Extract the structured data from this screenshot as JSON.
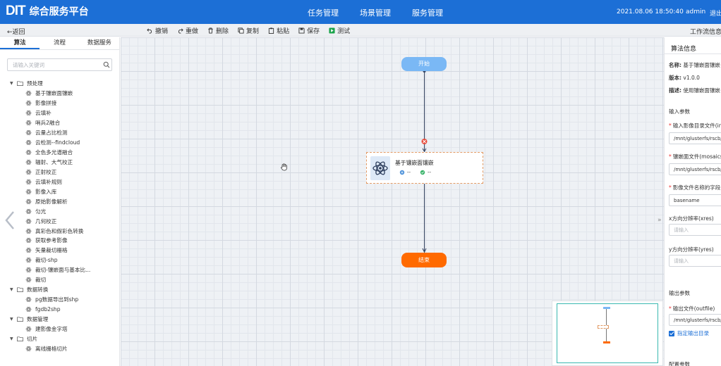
{
  "app": {
    "logo_text": "DIT",
    "title": "综合服务平台",
    "nav": [
      "任务管理",
      "场景管理",
      "服务管理"
    ],
    "datetime": "2021.08.06 18:50:40",
    "user": "admin",
    "logout": "退出"
  },
  "toolbar": {
    "back": "返回",
    "tools": [
      {
        "label": "撤销",
        "icon": "undo-icon"
      },
      {
        "label": "重做",
        "icon": "redo-icon"
      },
      {
        "label": "删除",
        "icon": "trash-icon"
      },
      {
        "label": "复制",
        "icon": "copy-icon"
      },
      {
        "label": "粘贴",
        "icon": "paste-icon"
      },
      {
        "label": "保存",
        "icon": "save-icon"
      },
      {
        "label": "测试",
        "icon": "play-icon"
      }
    ],
    "right_label": "工作流信息"
  },
  "left_panel": {
    "tabs": [
      "算法",
      "流程",
      "数据服务"
    ],
    "active_tab": 0,
    "search_placeholder": "请输入关键词",
    "tree": [
      {
        "label": "预处理",
        "children": [
          "基于镶嵌面镶嵌",
          "影像拼接",
          "云填补",
          "哨兵2融合",
          "云量占比检测",
          "云检测--findcloud",
          "全色多光谱融合",
          "辐射、大气校正",
          "正射校正",
          "云填补规则",
          "影像入库",
          "原始影像解析",
          "匀光",
          "几何校正",
          "真彩色和假彩色转换",
          "获取参考影像",
          "矢量裁切栅格",
          "裁切-shp",
          "裁切-镶嵌面与基本比...",
          "裁切"
        ]
      },
      {
        "label": "数据转换",
        "children": [
          "pg数据导出到shp",
          "fgdb2shp"
        ]
      },
      {
        "label": "数据管理",
        "children": [
          "建影像金字塔"
        ]
      },
      {
        "label": "切片",
        "children": [
          "离线栅格切片"
        ]
      }
    ]
  },
  "canvas": {
    "start_label": "开始",
    "end_label": "结束",
    "algo_node": {
      "title": "基于镶嵌面镶嵌",
      "stat1": "--",
      "stat2": "--"
    }
  },
  "right_panel": {
    "title": "算法信息",
    "name_label": "名称:",
    "name_value": "基于镶嵌面镶嵌",
    "version_label": "版本:",
    "version_value": "v1.0.0",
    "desc_label": "描述:",
    "desc_value": "使用镶嵌面镶嵌",
    "input_section": "输入参数",
    "fields": [
      {
        "label": "输入影像目录文件(inf",
        "required": true,
        "value": "/mnt/glusterfs/rscb/tas",
        "placeholder": ""
      },
      {
        "label": "镶嵌面文件(mosaicsh",
        "required": true,
        "value": "/mnt/glusterfs/rscb/tas",
        "placeholder": ""
      },
      {
        "label": "影像文件名称的字段(",
        "required": true,
        "value": "basename",
        "placeholder": ""
      },
      {
        "label": "x方向分辨率(xres)",
        "required": false,
        "value": "",
        "placeholder": "请输入"
      },
      {
        "label": "y方向分辨率(yres)",
        "required": false,
        "value": "",
        "placeholder": "请输入"
      }
    ],
    "output_section": "输出参数",
    "output_field": {
      "label": "输出文件(outfile)",
      "required": true,
      "value": "/mnt/glusterfs/rscb/tas"
    },
    "checkbox_label": "指定输出目录",
    "config_section": "配置参数"
  }
}
